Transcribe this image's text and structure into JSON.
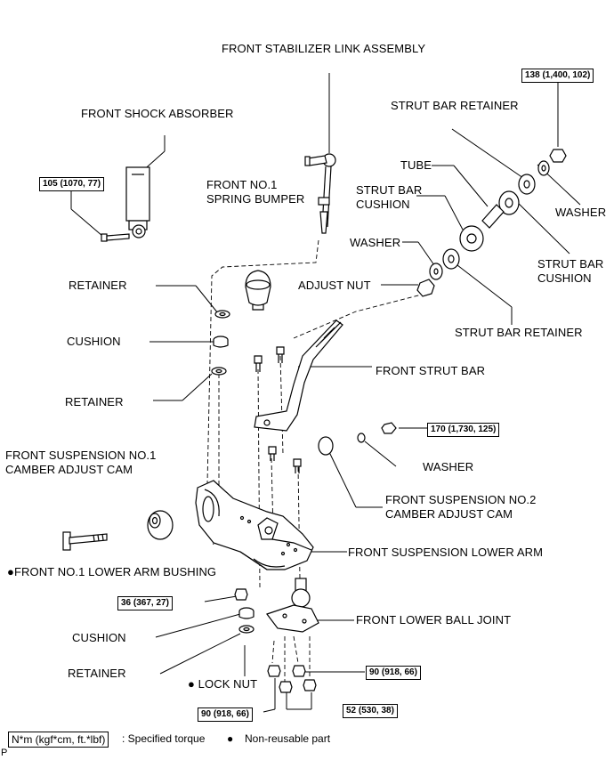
{
  "labels": {
    "front_stabilizer_link_assembly": "FRONT STABILIZER LINK ASSEMBLY",
    "front_shock_absorber": "FRONT SHOCK ABSORBER",
    "front_no1_spring_bumper_l1": "FRONT NO.1",
    "front_no1_spring_bumper_l2": "SPRING BUMPER",
    "strut_bar_retainer_top": "STRUT BAR RETAINER",
    "tube": "TUBE",
    "strut_bar_cushion_left_l1": "STRUT BAR",
    "strut_bar_cushion_left_l2": "CUSHION",
    "washer_top_right": "WASHER",
    "washer_left": "WASHER",
    "strut_bar_cushion_right_l1": "STRUT BAR",
    "strut_bar_cushion_right_l2": "CUSHION",
    "retainer_upper": "RETAINER",
    "adjust_nut": "ADJUST NUT",
    "strut_bar_retainer_bottom": "STRUT BAR RETAINER",
    "cushion_upper": "CUSHION",
    "front_strut_bar": "FRONT STRUT BAR",
    "retainer_middle": "RETAINER",
    "front_suspension_no1_cam_l1": "FRONT SUSPENSION NO.1",
    "front_suspension_no1_cam_l2": "CAMBER ADJUST CAM",
    "washer_middle": "WASHER",
    "front_suspension_no2_cam_l1": "FRONT SUSPENSION NO.2",
    "front_suspension_no2_cam_l2": "CAMBER ADJUST CAM",
    "front_suspension_lower_arm": "FRONT SUSPENSION LOWER ARM",
    "front_no1_lower_arm_bushing": "FRONT NO.1 LOWER ARM BUSHING",
    "front_lower_ball_joint": "FRONT LOWER BALL JOINT",
    "cushion_lower": "CUSHION",
    "retainer_lower": "RETAINER",
    "lock_nut": "LOCK NUT",
    "corner_mark": "P"
  },
  "torques": {
    "t_138": "138 (1,400, 102)",
    "t_105": "105 (1070, 77)",
    "t_170": "170 (1,730, 125)",
    "t_36": "36 (367, 27)",
    "t_90_right": "90 (918, 66)",
    "t_90_left": "90 (918, 66)",
    "t_52": "52 (530, 38)"
  },
  "legend": {
    "box": "N*m (kgf*cm, ft.*lbf)",
    "specified": ": Specified torque",
    "bullet": "●",
    "non_reusable": "Non-reusable part"
  },
  "colors": {
    "line": "#000000",
    "part_fill": "#ffffff",
    "shade": "#d9d9d9"
  }
}
